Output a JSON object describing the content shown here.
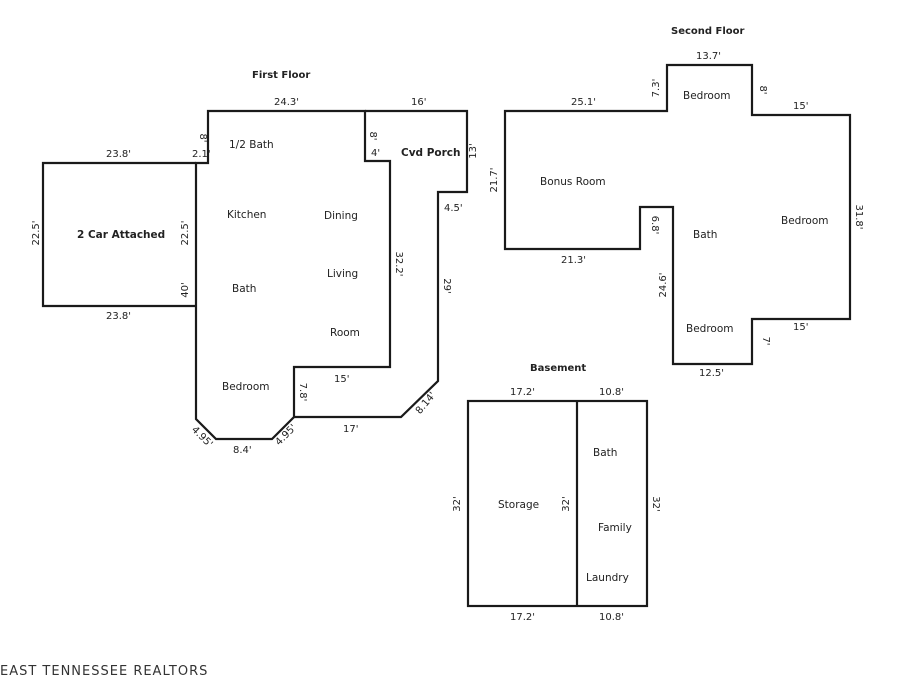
{
  "headings": {
    "first": "First Floor",
    "second": "Second Floor",
    "basement": "Basement"
  },
  "rooms": {
    "garage": "2 Car Attached",
    "half_bath": "1/2 Bath",
    "kitchen": "Kitchen",
    "dining": "Dining",
    "bath_first": "Bath",
    "living": "Living",
    "room": "Room",
    "bedroom_first": "Bedroom",
    "porch": "Cvd Porch",
    "bonus": "Bonus Room",
    "bedroom_top": "Bedroom",
    "bedroom_right": "Bedroom",
    "bath_second": "Bath",
    "bedroom_lower": "Bedroom",
    "storage": "Storage",
    "bath_basement": "Bath",
    "family": "Family",
    "laundry": "Laundry"
  },
  "dims": {
    "garage_top": "23.8'",
    "garage_bottom": "23.8'",
    "garage_left": "22.5'",
    "garage_right": "22.5'",
    "garage_lower": "40'",
    "first_top": "24.3'",
    "porch_top": "16'",
    "first_8a": "8'",
    "first_2_1": "2.1'",
    "first_8b": "8'",
    "first_4": "4'",
    "porch_13": "13'",
    "porch_4_5": "4.5'",
    "first_32_2": "32.2'",
    "porch_29": "29'",
    "first_15": "15'",
    "first_7_8": "7.8'",
    "porch_8_14": "8.14'",
    "first_17": "17'",
    "first_4_95a": "4.95'",
    "first_8_4": "8.4'",
    "first_4_95b": "4.95'",
    "second_13_7": "13.7'",
    "second_7_3": "7.3'",
    "second_8a": "8'",
    "second_25_1": "25.1'",
    "second_15a": "15'",
    "second_21_7": "21.7'",
    "second_31_8": "31.8'",
    "second_21_3": "21.3'",
    "second_6_8": "6.8'",
    "second_24_6": "24.6'",
    "second_15b": "15'",
    "second_7": "7'",
    "second_12_5": "12.5'",
    "base_17_2_top": "17.2'",
    "base_10_8_top": "10.8'",
    "base_32_left": "32'",
    "base_32_mid": "32'",
    "base_32_right": "32'",
    "base_17_2_bottom": "17.2'",
    "base_10_8_bottom": "10.8'"
  },
  "footer": "EAST TENNESSEE REALTORS"
}
